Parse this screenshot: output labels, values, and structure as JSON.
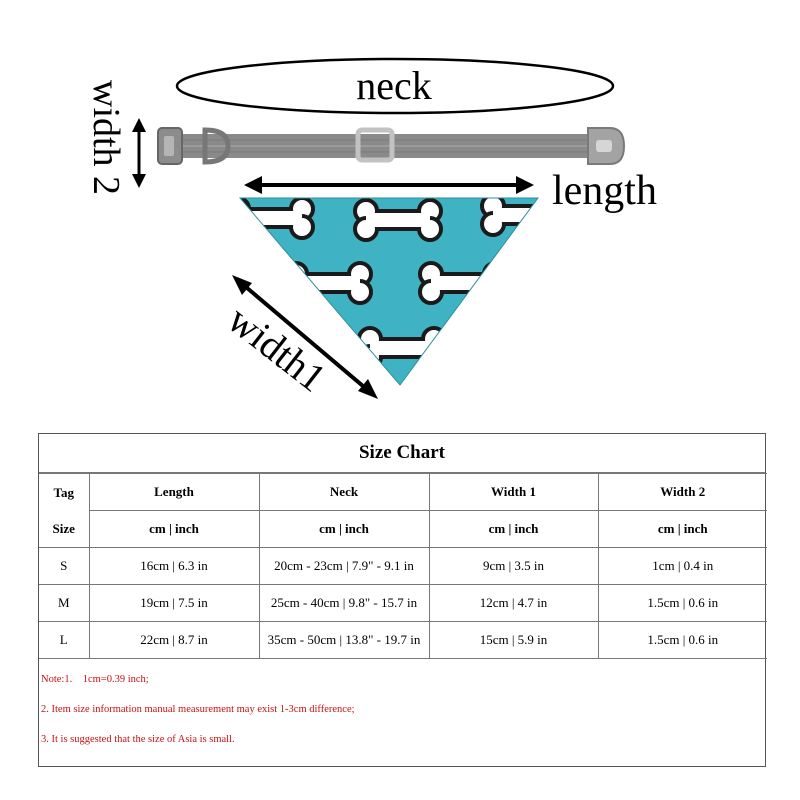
{
  "diagram": {
    "neck_label": "neck",
    "length_label": "length",
    "width1_label": "width1",
    "width2_label": "width 2",
    "bandana_color": "#3fb3c4",
    "collar_color": "#8a8a8a"
  },
  "size_chart": {
    "title": "Size Chart",
    "tag_label_1": "Tag",
    "tag_label_2": "Size",
    "columns": [
      "Length",
      "Neck",
      "Width 1",
      "Width 2"
    ],
    "units": [
      "cm | inch",
      "cm | inch",
      "cm | inch",
      "cm | inch"
    ],
    "rows": [
      {
        "size": "S",
        "cells": [
          "16cm | 6.3 in",
          "20cm - 23cm | 7.9\" - 9.1 in",
          "9cm | 3.5 in",
          "1cm | 0.4 in"
        ]
      },
      {
        "size": "M",
        "cells": [
          "19cm | 7.5 in",
          "25cm - 40cm | 9.8\" - 15.7 in",
          "12cm | 4.7 in",
          "1.5cm | 0.6 in"
        ]
      },
      {
        "size": "L",
        "cells": [
          "22cm | 8.7 in",
          "35cm - 50cm | 13.8\" - 19.7 in",
          "15cm | 5.9 in",
          "1.5cm | 0.6 in"
        ]
      }
    ],
    "notes": [
      "Note:1.    1cm=0.39 inch;",
      "2.  Item size information manual measurement may exist 1-3cm difference;",
      "3.  It is suggested that the size of Asia is small."
    ],
    "note_color": "#cc1111"
  }
}
